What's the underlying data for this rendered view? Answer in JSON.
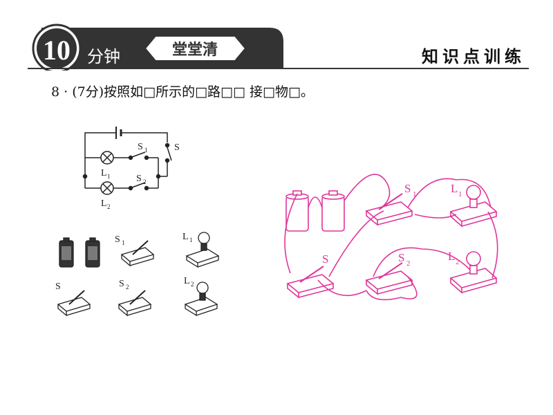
{
  "header": {
    "badge_number": "10",
    "minutes_label": "分钟",
    "tag_label": "堂堂清",
    "right_title": "知识点训练"
  },
  "question": {
    "number": "8",
    "score": "(7分)",
    "text": "按照如□所示的□路□□ 接□物□。"
  },
  "labels": {
    "switch_s": "S",
    "switch_s1": "S",
    "switch_s1_sub": "1",
    "switch_s2": "S",
    "switch_s2_sub": "2",
    "lamp_l1": "L",
    "lamp_l1_sub": "1",
    "lamp_l2": "L",
    "lamp_l2_sub": "2"
  },
  "colors": {
    "wire": "#e0359a",
    "ink": "#222222",
    "banner_dark": "#333333"
  }
}
